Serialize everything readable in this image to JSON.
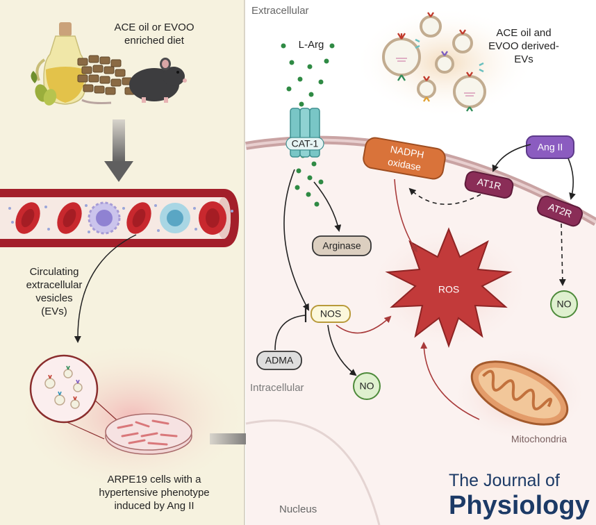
{
  "left_panel": {
    "diet_label_line1": "ACE oil or EVOO",
    "diet_label_line2": "enriched diet",
    "evs_label_line1": "Circulating",
    "evs_label_line2": "extracellular",
    "evs_label_line3": "vesicles",
    "evs_label_line4": "(EVs)",
    "cells_label_line1": "ARPE19 cells with a",
    "cells_label_line2": "hypertensive phenotype",
    "cells_label_line3": "induced by Ang II"
  },
  "right_panel": {
    "extracellular": "Extracellular",
    "intracellular": "Intracellular",
    "nucleus": "Nucleus",
    "l_arg": "L-Arg",
    "derived_evs_line1": "ACE oil and",
    "derived_evs_line2": "EVOO derived-",
    "derived_evs_line3": "EVs",
    "cat1": "CAT-1",
    "nadph_line1": "NADPH",
    "nadph_line2": "oxidase",
    "ang2": "Ang II",
    "at1r": "AT1R",
    "at2r": "AT2R",
    "arginase": "Arginase",
    "ros": "ROS",
    "nos": "NOS",
    "no_right": "NO",
    "no_bottom": "NO",
    "adma": "ADMA",
    "mitochondria": "Mitochondria"
  },
  "journal": {
    "line1": "The Journal of",
    "line2": "Physiology"
  },
  "colors": {
    "left_bg": "#f6f2df",
    "membrane": "#c9a3a3",
    "cell_inside": "#fbf2f0",
    "nadph": "#d9733a",
    "ang2": "#8b5cc0",
    "at_receptor": "#8a2d57",
    "arginase": "#dccfc0",
    "nos": "#fcf8dc",
    "no_fill": "#dff0cf",
    "ros": "#c23a3a",
    "cat1": "#79c6c6",
    "journal": "#1c3a66"
  }
}
